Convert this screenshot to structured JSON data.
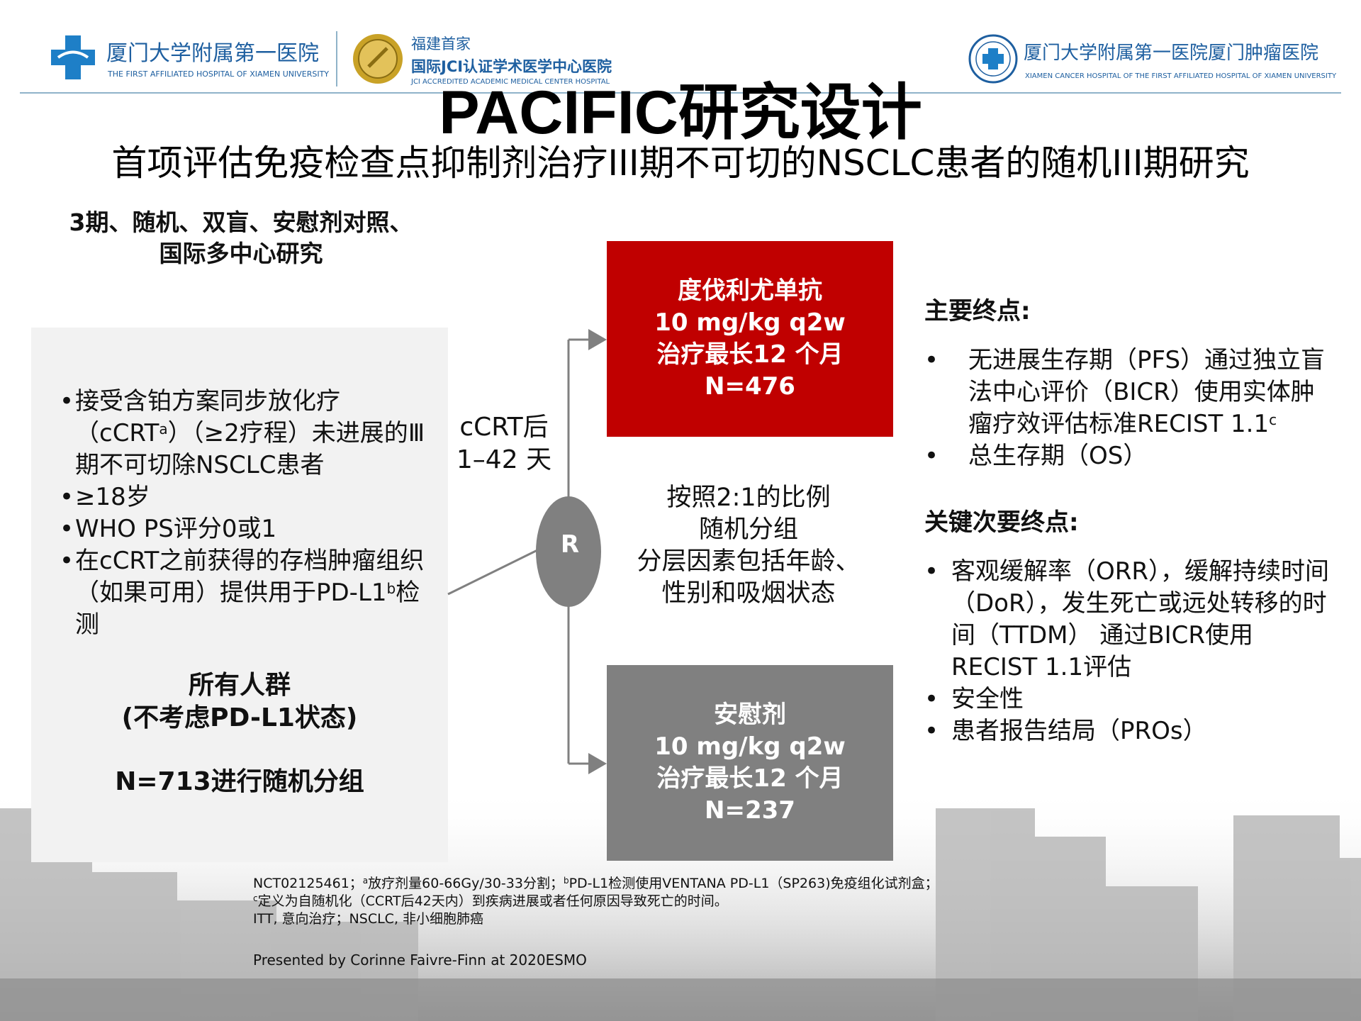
{
  "header": {
    "left_logo_cn": "厦门大学附属第一医院",
    "left_logo_en": "THE FIRST AFFILIATED HOSPITAL OF XIAMEN UNIVERSITY",
    "jci_line1": "福建首家",
    "jci_line2": "国际JCI认证学术医学中心医院",
    "jci_line3": "JCI ACCREDITED ACADEMIC MEDICAL CENTER HOSPITAL",
    "right_logo_cn": "厦门大学附属第一医院厦门肿瘤医院",
    "right_logo_en": "XIAMEN CANCER HOSPITAL OF THE FIRST AFFILIATED HOSPITAL OF XIAMEN UNIVERSITY"
  },
  "title": "PACIFIC研究设计",
  "subtitle": "首项评估免疫检查点抑制剂治疗III期不可切的NSCLC患者的随机III期研究",
  "design": {
    "line1": "3期、随机、双盲、安慰剂对照、",
    "line2": "国际多中心研究"
  },
  "eligibility": {
    "items": [
      {
        "pre": "接受含铂方案同步放化疗（cCRT",
        "sup": "a",
        "post": "）（≥2疗程）未进展的Ⅲ期不可切除NSCLC患者"
      },
      {
        "pre": "≥18岁",
        "sup": "",
        "post": ""
      },
      {
        "pre": "WHO PS评分0或1",
        "sup": "",
        "post": ""
      },
      {
        "pre": "在cCRT之前获得的存档肿瘤组织（如果可用）提供用于PD-L1",
        "sup": "b",
        "post": "检测"
      }
    ],
    "population_line1": "所有人群",
    "population_line2": "(不考虑PD-L1状态)",
    "n_randomized": "N=713进行随机分组"
  },
  "timing": {
    "line1": "cCRT后",
    "line2": "1–42 天"
  },
  "randomization": {
    "symbol": "R",
    "ratio_line1": "按照2:1的比例",
    "ratio_line2": "随机分组",
    "strat_line1": "分层因素包括年龄、",
    "strat_line2": "性别和吸烟状态"
  },
  "arms": {
    "durvalumab": {
      "name": "度伐利尤单抗",
      "dose": "10 mg/kg q2w",
      "duration": "治疗最长12 个月",
      "n": "N=476",
      "color": "#c00000"
    },
    "placebo": {
      "name": "安慰剂",
      "dose": "10 mg/kg q2w",
      "duration": "治疗最长12 个月",
      "n": "N=237",
      "color": "#808080"
    }
  },
  "endpoints": {
    "primary_title": "主要终点:",
    "primary": [
      {
        "pre": "无进展生存期（PFS）通过独立盲法中心评价（BICR）使用实体肿瘤疗效评估标准RECIST 1.1",
        "sup": "c"
      },
      {
        "pre": "总生存期（OS）",
        "sup": ""
      }
    ],
    "secondary_title": "关键次要终点:",
    "secondary": [
      "客观缓解率（ORR），缓解持续时间（DoR），发生死亡或远处转移的时间（TTDM） 通过BICR使用RECIST 1.1评估",
      "安全性",
      "患者报告结局（PROs）"
    ],
    "bullet": "•"
  },
  "footnotes": {
    "line1_a": "NCT02125461；",
    "line1_sup_a": "a",
    "line1_b": "放疗剂量60-66Gy/30-33分割；",
    "line1_sup_b": "b",
    "line1_c": "PD-L1检测使用VENTANA PD-L1（SP263)免疫组化试剂盒；",
    "line2_sup": "c",
    "line2": "定义为自随机化（CCRT后42天内）到疾病进展或者任何原因导致死亡的时间。",
    "line3": "ITT, 意向治疗；NSCLC, 非小细胞肺癌",
    "presented": "Presented by Corinne Faivre-Finn at 2020ESMO"
  }
}
